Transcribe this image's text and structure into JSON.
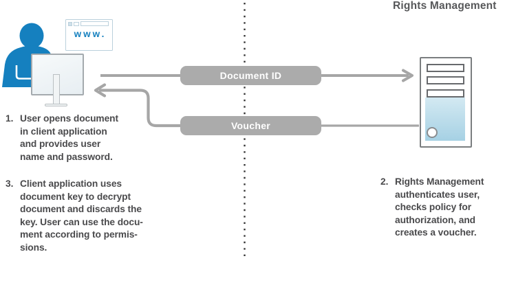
{
  "header": {
    "title": "Rights Management"
  },
  "client": {
    "browser_text": "www."
  },
  "flow": {
    "document_id_label": "Document ID",
    "voucher_label": "Voucher"
  },
  "steps": {
    "step1": {
      "num": "1.",
      "text": "User opens document\nin client application\nand provides user\nname and password."
    },
    "step2": {
      "num": "2.",
      "text": "Rights Management\nauthenticates user,\nchecks policy for\nauthorization, and\ncreates a voucher."
    },
    "step3": {
      "num": "3.",
      "text": "Client application uses\ndocument key to decrypt\ndocument and discards the\nkey. User can use the docu-\nment according to permis-\nsions."
    }
  },
  "icons": {
    "person": "user-silhouette-icon",
    "browser": "browser-window-icon",
    "monitor": "monitor-icon",
    "server": "server-tower-icon",
    "boundary": "dotted-boundary-line"
  },
  "colors": {
    "accent_blue": "#1580bf",
    "pill_gray": "#ababab",
    "line_gray": "#a6a6a6",
    "server_blue_top": "#d3e9f2",
    "server_blue_bottom": "#a6d1e4",
    "text_gray": "#4a4a4c"
  }
}
